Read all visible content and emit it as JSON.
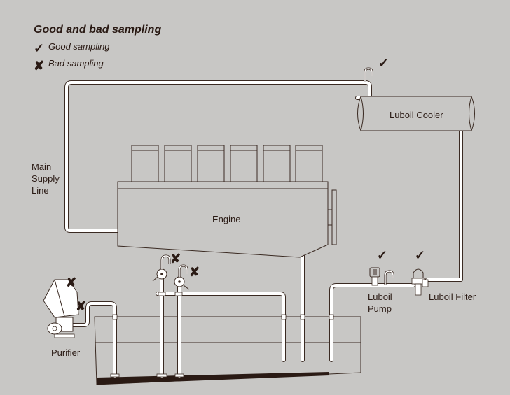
{
  "legend": {
    "title": "Good and bad sampling",
    "good_label": "Good sampling",
    "bad_label": "Bad sampling",
    "good_symbol": "✓",
    "bad_symbol": "✘"
  },
  "components": {
    "cooler": "Luboil Cooler",
    "engine": "Engine",
    "main_supply_line": [
      "Main",
      "Supply",
      "Line"
    ],
    "luboil_pump": [
      "Luboil",
      "Pump"
    ],
    "luboil_filter": "Luboil Filter",
    "purifier": "Purifier"
  },
  "colors": {
    "background": "#c8c7c5",
    "line": "#3a2a22",
    "pipe": "#ffffff",
    "sump": "#2a1a14"
  },
  "sampling_points": [
    {
      "id": "cooler-inlet",
      "quality": "good"
    },
    {
      "id": "pump-outlet",
      "quality": "good"
    },
    {
      "id": "filter-outlet",
      "quality": "good"
    },
    {
      "id": "sump-left-valve",
      "quality": "bad"
    },
    {
      "id": "sump-right-valve",
      "quality": "bad"
    },
    {
      "id": "purifier-top",
      "quality": "bad"
    },
    {
      "id": "purifier-inlet",
      "quality": "bad"
    }
  ]
}
